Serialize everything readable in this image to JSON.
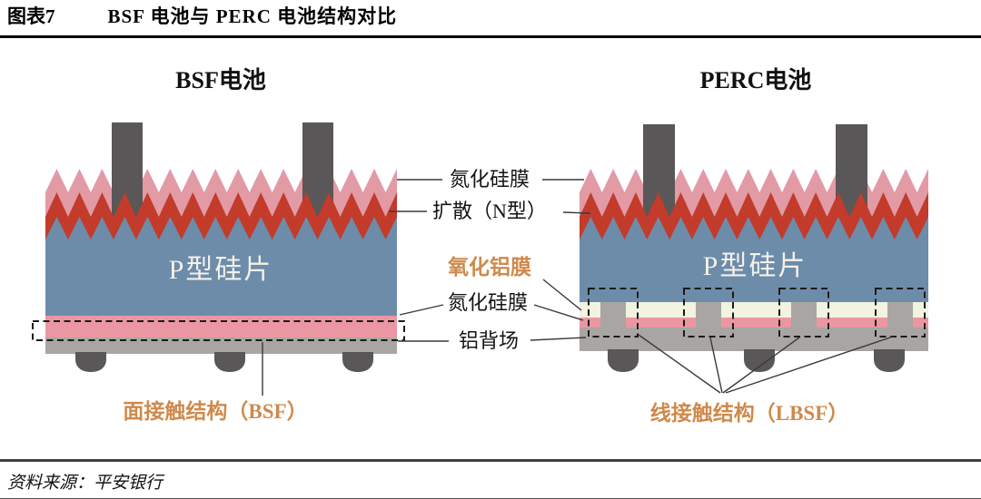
{
  "header": {
    "figure_label": "图表7",
    "title": "BSF 电池与 PERC 电池结构对比"
  },
  "diagram": {
    "bsf": {
      "title": "BSF电池",
      "wafer_label": "P型硅片",
      "contact_label": "面接触结构（BSF）"
    },
    "perc": {
      "title": "PERC电池",
      "wafer_label": "P型硅片",
      "contact_label": "线接触结构（LBSF）"
    },
    "labels": {
      "sin_front": "氮化硅膜",
      "diffusion": "扩散（N型）",
      "alox": "氧化铝膜",
      "sin_back": "氮化硅膜",
      "al_back": "铝背场"
    },
    "colors": {
      "texture_pink": "#e29aa4",
      "diffusion_red": "#c23b2b",
      "wafer_blue": "#6d8caa",
      "alox_cream": "#f2f3e0",
      "back_pink": "#eb97a3",
      "back_gray": "#a8a5a2",
      "electrode_dark": "#595757",
      "accent_orange": "#cf8a4b"
    }
  },
  "footer": {
    "source": "资料来源：平安银行"
  }
}
